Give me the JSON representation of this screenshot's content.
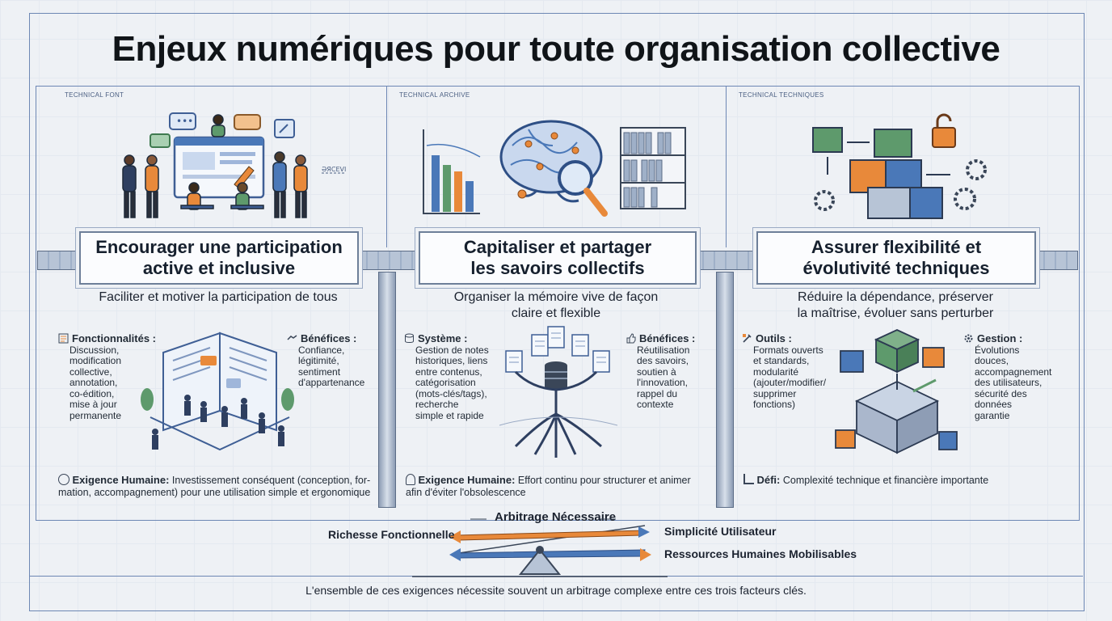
{
  "title": "Enjeux numériques pour toute organisation collective",
  "columns": [
    {
      "tech_label": "TECHNICAL FONT",
      "title_line1": "Encourager une participation",
      "title_line2": "active et inclusive",
      "subtitle_line1": "Faciliter et motiver la participation de tous",
      "subtitle_line2": "",
      "left_head": "Fonctionnalités :",
      "left_lines": [
        "Discussion,",
        "modification",
        "collective,",
        "annotation,",
        "co-édition,",
        "mise à jour",
        "permanente"
      ],
      "right_head": "Bénéfices :",
      "right_lines": [
        "Confiance,",
        "légitimité,",
        "sentiment",
        "d'appartenance"
      ],
      "note_head": "Exigence Humaine:",
      "note_line1": " Investissement conséquent (conception, for-",
      "note_line2": "mation, accompagnement) pour une utilisation simple et ergonomique",
      "illus_label": "ƏЯCEVI"
    },
    {
      "tech_label": "TECHNICAL ARCHIVE",
      "title_line1": "Capitaliser et partager",
      "title_line2": "les savoirs collectifs",
      "subtitle_line1": "Organiser la mémoire vive de façon",
      "subtitle_line2": "claire et flexible",
      "left_head": "Système :",
      "left_lines": [
        "Gestion de notes",
        "historiques, liens",
        "entre contenus,",
        "catégorisation",
        "(mots-clés/tags),",
        "recherche",
        "simple et rapide"
      ],
      "right_head": "Bénéfices :",
      "right_lines": [
        "Réutilisation",
        "des savoirs,",
        "soutien à",
        "l'innovation,",
        "rappel du",
        "contexte"
      ],
      "note_head": "Exigence Humaine:",
      "note_line1": " Effort continu pour structurer et animer",
      "note_line2": "afin d'éviter l'obsolescence"
    },
    {
      "tech_label": "TECHNICAL TECHNIQUES",
      "title_line1": "Assurer flexibilité et",
      "title_line2": "évolutivité techniques",
      "subtitle_line1": "Réduire la dépendance, préserver",
      "subtitle_line2": "la maîtrise, évoluer sans perturber",
      "left_head": "Outils :",
      "left_lines": [
        "Formats ouverts",
        "et standards,",
        "modularité",
        "(ajouter/modifier/",
        "supprimer",
        "fonctions)"
      ],
      "right_head": "Gestion :",
      "right_lines": [
        "Évolutions",
        "douces,",
        "accompagnement",
        "des utilisateurs,",
        "sécurité des",
        "données",
        "garantie"
      ],
      "note_head": "Défi:",
      "note_line1": " Complexité technique et financière importante",
      "note_line2": ""
    }
  ],
  "arbitrage": {
    "label": "Arbitrage Nécessaire",
    "left": "Richesse Fonctionnelle",
    "right_top": "Simplicité Utilisateur",
    "right_bottom": "Ressources Humaines Mobilisables"
  },
  "footer": "L'ensemble de ces exigences nécessite souvent un arbitrage complexe entre ces trois facteurs clés.",
  "colors": {
    "frame": "#6d87b4",
    "orange": "#e8893a",
    "blue": "#4a78b8",
    "green": "#5e9a6c",
    "dark": "#16202e"
  }
}
